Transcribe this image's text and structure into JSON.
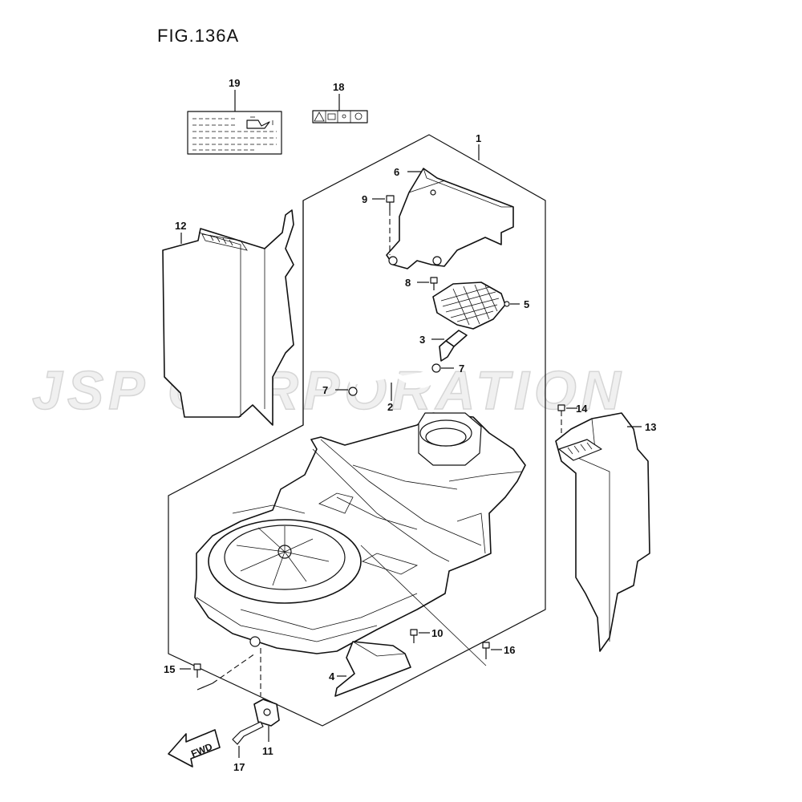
{
  "figure_title": "FIG.136A",
  "watermark": "JSP CORPORATION",
  "fwd_label": "FWD",
  "callouts": {
    "c1": "1",
    "c2": "2",
    "c3": "3",
    "c4": "4",
    "c5": "5",
    "c6": "6",
    "c7a": "7",
    "c7b": "7",
    "c8": "8",
    "c9": "9",
    "c10": "10",
    "c11": "11",
    "c12": "12",
    "c13": "13",
    "c14": "14",
    "c15": "15",
    "c16": "16",
    "c17": "17",
    "c18": "18",
    "c19": "19"
  },
  "icons": {
    "label_sticker": "oil-can-icon",
    "warning_strip": "warning-triangle-icon"
  }
}
